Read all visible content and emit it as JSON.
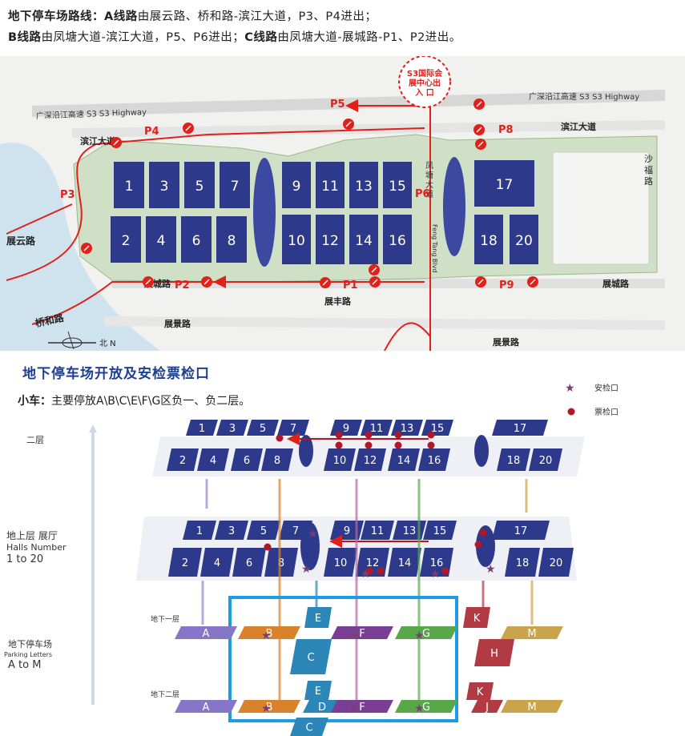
{
  "routes": {
    "line1_title": "地下停车场路线：",
    "line1_a_label": "A线路",
    "line1_a_text": "由展云路、桥和路-滨江大道，P3、P4进出；",
    "line2_b_label": "B线路",
    "line2_b_text": "由凤塘大道-滨江大道，P5、P6进出；",
    "line2_c_label": "C线路",
    "line2_c_text": "由凤塘大道-展城路-P1、P2进出。"
  },
  "map": {
    "callout": [
      "S3国际会",
      "展中心出",
      "入     口"
    ],
    "highway_left": "广深沿江高速 S3  S3 Highway",
    "highway_right": "广深沿江高速 S3  S3 Highway",
    "binjiang_left": "滨江大道",
    "binjiang_right": "滨江大道",
    "shafu_road": [
      "沙",
      "福",
      "路"
    ],
    "zhanyun_road": "展云路",
    "qiaohe_road": "桥和路",
    "zhancheng_left": "展城路",
    "zhancheng_right": "展城路",
    "zhanfeng_road": "展丰路",
    "zhanjing_left": "展景路",
    "zhanjing_right": "展景路",
    "fengtang_cn": [
      "凤",
      "塘",
      "大",
      "道"
    ],
    "fengtang_en": "Feng Tang Blvd",
    "north_label": "北 N",
    "parking_labels": [
      "P1",
      "P2",
      "P3",
      "P4",
      "P5",
      "P6",
      "P8",
      "P9"
    ],
    "halls_top_left": [
      "1",
      "3",
      "5",
      "7"
    ],
    "halls_bottom_left": [
      "2",
      "4",
      "6",
      "8"
    ],
    "halls_top_mid": [
      "9",
      "11",
      "13",
      "15"
    ],
    "halls_bottom_mid": [
      "10",
      "12",
      "14",
      "16"
    ],
    "hall_17": "17",
    "halls_bottom_right": [
      "18",
      "20"
    ]
  },
  "section2": {
    "title": "地下停车场开放及安检票检口",
    "car_label": "小车：",
    "car_text": "主要停放A\\B\\C\\E\\F\\G区负一、负二层。",
    "legend_security": "安检口",
    "legend_ticket": "票检口",
    "level_2f": "二层",
    "ground_cn": "地上层 展厅",
    "ground_en1": "Halls Number",
    "ground_en2": "1 to 20",
    "parking_cn": "地下停车场",
    "parking_en1": "Parking Letters",
    "parking_en2": "A to M",
    "b1_label": "地下一层",
    "b2_label": "地下二层",
    "b1_zones": [
      "A",
      "B",
      "E",
      "F",
      "G",
      "K",
      "H",
      "M"
    ],
    "b2_zones": [
      "A",
      "B",
      "E",
      "D",
      "F",
      "G",
      "K",
      "J",
      "M"
    ],
    "c_zone": "C",
    "halls_2f_top": [
      "1",
      "3",
      "5",
      "7",
      "9",
      "11",
      "13",
      "15",
      "17"
    ],
    "halls_2f_bottom": [
      "2",
      "4",
      "6",
      "8",
      "10",
      "12",
      "14",
      "16",
      "18",
      "20"
    ],
    "halls_g_top": [
      "1",
      "3",
      "5",
      "7",
      "9",
      "11",
      "13",
      "15",
      "17"
    ],
    "halls_g_bottom": [
      "2",
      "4",
      "6",
      "8",
      "10",
      "12",
      "14",
      "16",
      "18",
      "20"
    ]
  },
  "colors": {
    "hall_blue": "#2d3a8c",
    "route_red": "#e0201a",
    "highlight_blue": "#1c9be6",
    "zone_orange": "#d9822b",
    "zone_purple": "#7a3f94",
    "zone_green": "#58a84a",
    "zone_teal": "#2c86b8",
    "zone_crimson": "#b23a43",
    "zone_violet": "#8576c8",
    "zone_gold": "#c9a44a"
  }
}
